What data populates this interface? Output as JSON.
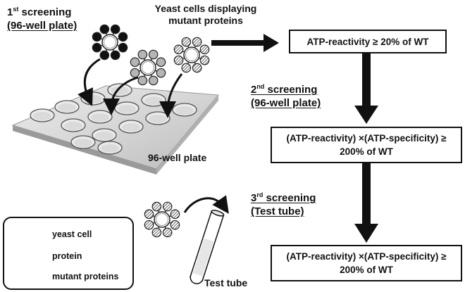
{
  "screenings": [
    {
      "title": "1st screening",
      "ordinal": "1",
      "sup": "st",
      "rest": " screening",
      "subtitle": "(96-well plate)"
    },
    {
      "title": "2nd screening",
      "ordinal": "2",
      "sup": "nd",
      "rest": " screening",
      "subtitle": "(96-well plate)"
    },
    {
      "title": "3rd screening",
      "ordinal": "3",
      "sup": "rd",
      "rest": " screening",
      "subtitle": "(Test tube)"
    }
  ],
  "yeast_label": [
    "Yeast cells displaying",
    "mutant proteins"
  ],
  "plate_label": "96-well plate",
  "tube_label": "Test tube",
  "boxes": [
    {
      "lines": [
        "ATP-reactivity ≥ 20% of WT"
      ]
    },
    {
      "lines": [
        "(ATP-reactivity) ×(ATP-specificity) ≥",
        "200% of WT"
      ]
    },
    {
      "lines": [
        "(ATP-reactivity) ×(ATP-specificity) ≥",
        "200% of WT"
      ]
    }
  ],
  "legend": {
    "items": [
      {
        "label": "yeast cell",
        "icon": "yeast-cell-icon"
      },
      {
        "label": "protein",
        "icon": "protein-icon"
      },
      {
        "label": "mutant proteins",
        "icon": "mutant-proteins-icon"
      }
    ]
  },
  "colors": {
    "black_protein": "#111111",
    "gray_protein": "#b5b5b5",
    "striped_protein": "#ffffff",
    "plate": "#d9d9d9",
    "arrow": "#111111"
  }
}
